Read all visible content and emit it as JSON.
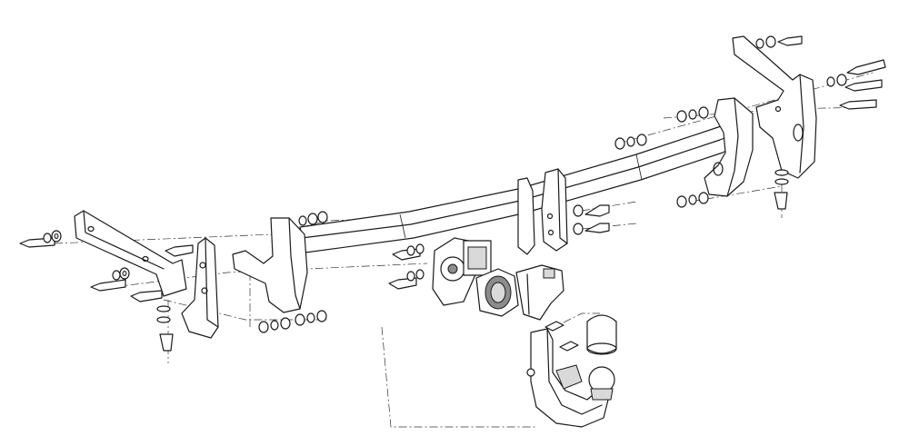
{
  "diagram": {
    "kind": "exploded-assembly",
    "line_color": "#1a1a1a",
    "background": "#ffffff",
    "parts": [
      "crossbar",
      "left-bracket-outer",
      "left-bracket-inner",
      "right-bracket-inner",
      "right-bracket-outer",
      "center-mount",
      "socket-plate",
      "electrical-socket",
      "detachable-tow-ball-neck",
      "tow-ball",
      "ball-cover",
      "bolt-sets",
      "nut-and-washer-sets"
    ]
  }
}
